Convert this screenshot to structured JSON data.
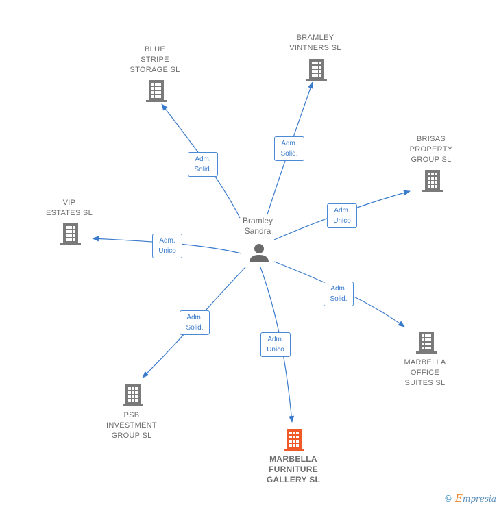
{
  "person": {
    "label": "Bramley\nSandra"
  },
  "companies": {
    "blue_stripe": "BLUE\nSTRIPE\nSTORAGE  SL",
    "bramley_vintners": "BRAMLEY\nVINTNERS  SL",
    "brisas": "BRISAS\nPROPERTY\nGROUP  SL",
    "vip": "VIP\nESTATES  SL",
    "marbella_office": "MARBELLA\nOFFICE\nSUITES  SL",
    "psb": "PSB\nINVESTMENT\nGROUP  SL",
    "marbella_furniture": "MARBELLA\nFURNITURE\nGALLERY  SL"
  },
  "edges": {
    "blue_stripe": "Adm.\nSolid.",
    "bramley_vintners": "Adm.\nSolid.",
    "brisas": "Adm.\nUnico",
    "vip": "Adm.\nUnico",
    "marbella_office": "Adm.\nSolid.",
    "psb": "Adm.\nSolid.",
    "marbella_furniture": "Adm.\nUnico"
  },
  "colors": {
    "edge": "#3a7acb",
    "building": "#7a7a7a",
    "highlight": "#f05a28"
  },
  "footer": {
    "copyright": "©",
    "brand_e": "E",
    "brand_rest": "mpresia"
  }
}
